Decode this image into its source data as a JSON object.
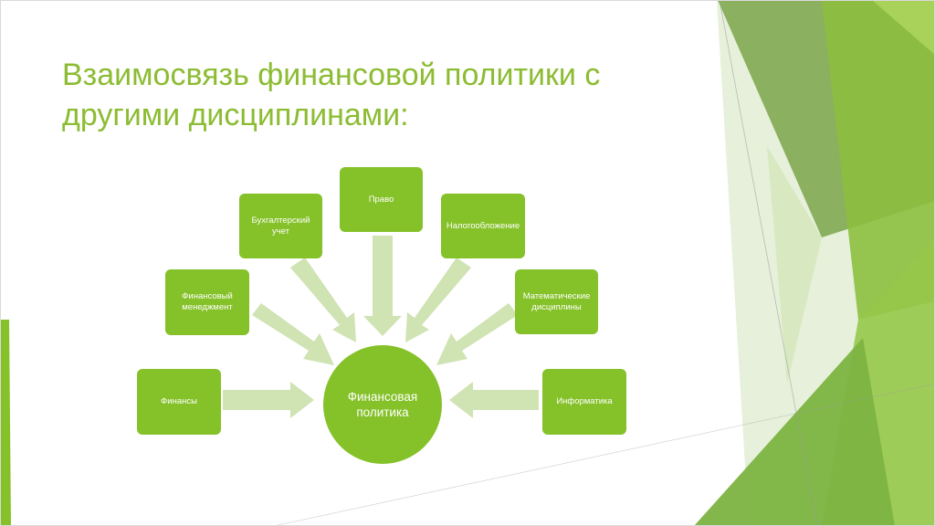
{
  "slide": {
    "title": "Взаимосвязь финансовой политики с другими дисциплинами:"
  },
  "diagram": {
    "center": "Финансовая политика",
    "nodes": [
      {
        "id": "finance",
        "label": "Финансы"
      },
      {
        "id": "fin-management",
        "label": "Финансовый менеджмент"
      },
      {
        "id": "accounting",
        "label": "Бухгалтерский учет"
      },
      {
        "id": "law",
        "label": "Право"
      },
      {
        "id": "taxation",
        "label": "Налогообложение"
      },
      {
        "id": "math",
        "label": "Математические дисциплины"
      },
      {
        "id": "informatics",
        "label": "Информатика"
      }
    ]
  },
  "colors": {
    "accent": "#85c129",
    "title": "#8cbc32",
    "arrow": "#cfe3b3"
  }
}
